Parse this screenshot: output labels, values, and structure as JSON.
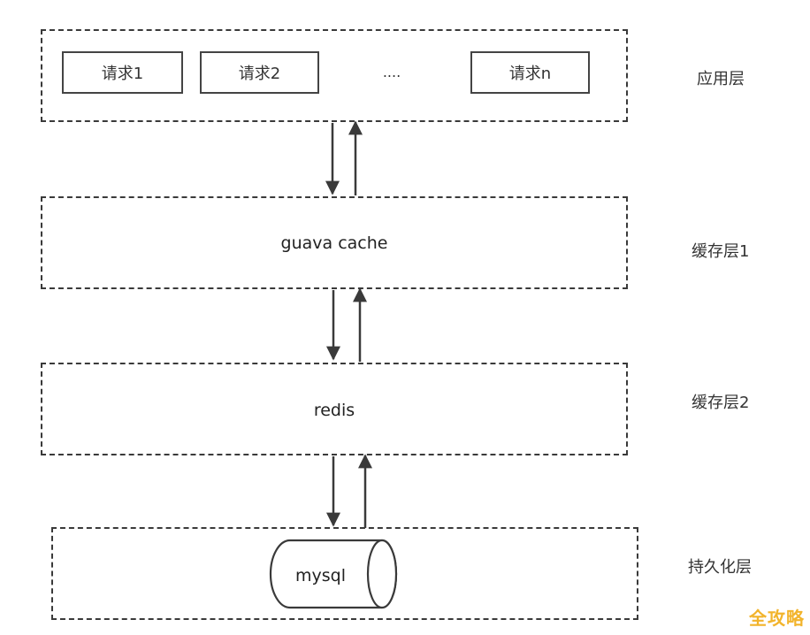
{
  "application_layer": {
    "label": "应用层",
    "requests": [
      "请求1",
      "请求2",
      "请求n"
    ],
    "ellipsis": "...."
  },
  "cache_layer_1": {
    "label": "缓存层1",
    "content": "guava cache"
  },
  "cache_layer_2": {
    "label": "缓存层2",
    "content": "redis"
  },
  "persistence_layer": {
    "label": "持久化层",
    "content": "mysql"
  },
  "watermark": "全攻略",
  "colors": {
    "line": "#3a3a3a",
    "watermark": "#f2b42c"
  }
}
